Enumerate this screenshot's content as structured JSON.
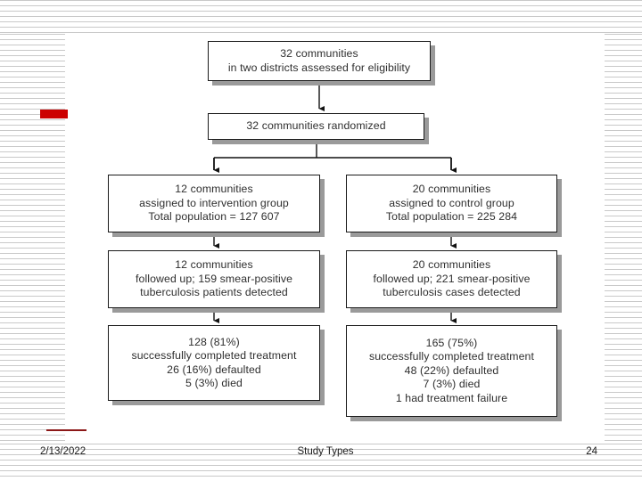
{
  "slide": {
    "title": "Study Types",
    "accent_color": "#cc0000",
    "box_border_color": "#1a1a1a",
    "box_shadow_color": "#9a9a9a",
    "text_color": "#2e2e2e"
  },
  "flowchart": {
    "type": "consort-flow-diagram",
    "boxes": {
      "enrollment": {
        "lines": [
          "32 communities",
          "in two districts assessed for eligibility"
        ]
      },
      "randomized": {
        "lines": [
          "32 communities randomized"
        ]
      },
      "intervention": {
        "lines": [
          "12 communities",
          "assigned to intervention group",
          "Total population = 127 607"
        ]
      },
      "control": {
        "lines": [
          "20 communities",
          "assigned to control group",
          "Total population = 225 284"
        ]
      },
      "intervention_followup": {
        "lines": [
          "12 communities",
          "followed up; 159 smear-positive",
          "tuberculosis patients detected"
        ]
      },
      "control_followup": {
        "lines": [
          "20 communities",
          "followed up; 221 smear-positive",
          "tuberculosis cases detected"
        ]
      },
      "intervention_outcome": {
        "lines": [
          "128 (81%)",
          "successfully completed treatment",
          "26 (16%) defaulted",
          "5 (3%) died"
        ]
      },
      "control_outcome": {
        "lines": [
          "165 (75%)",
          "successfully completed treatment",
          "48 (22%) defaulted",
          "7 (3%) died",
          "1 had treatment failure"
        ]
      }
    }
  },
  "footer": {
    "date": "2/13/2022",
    "title": "Study Types",
    "slide_number": "24"
  }
}
